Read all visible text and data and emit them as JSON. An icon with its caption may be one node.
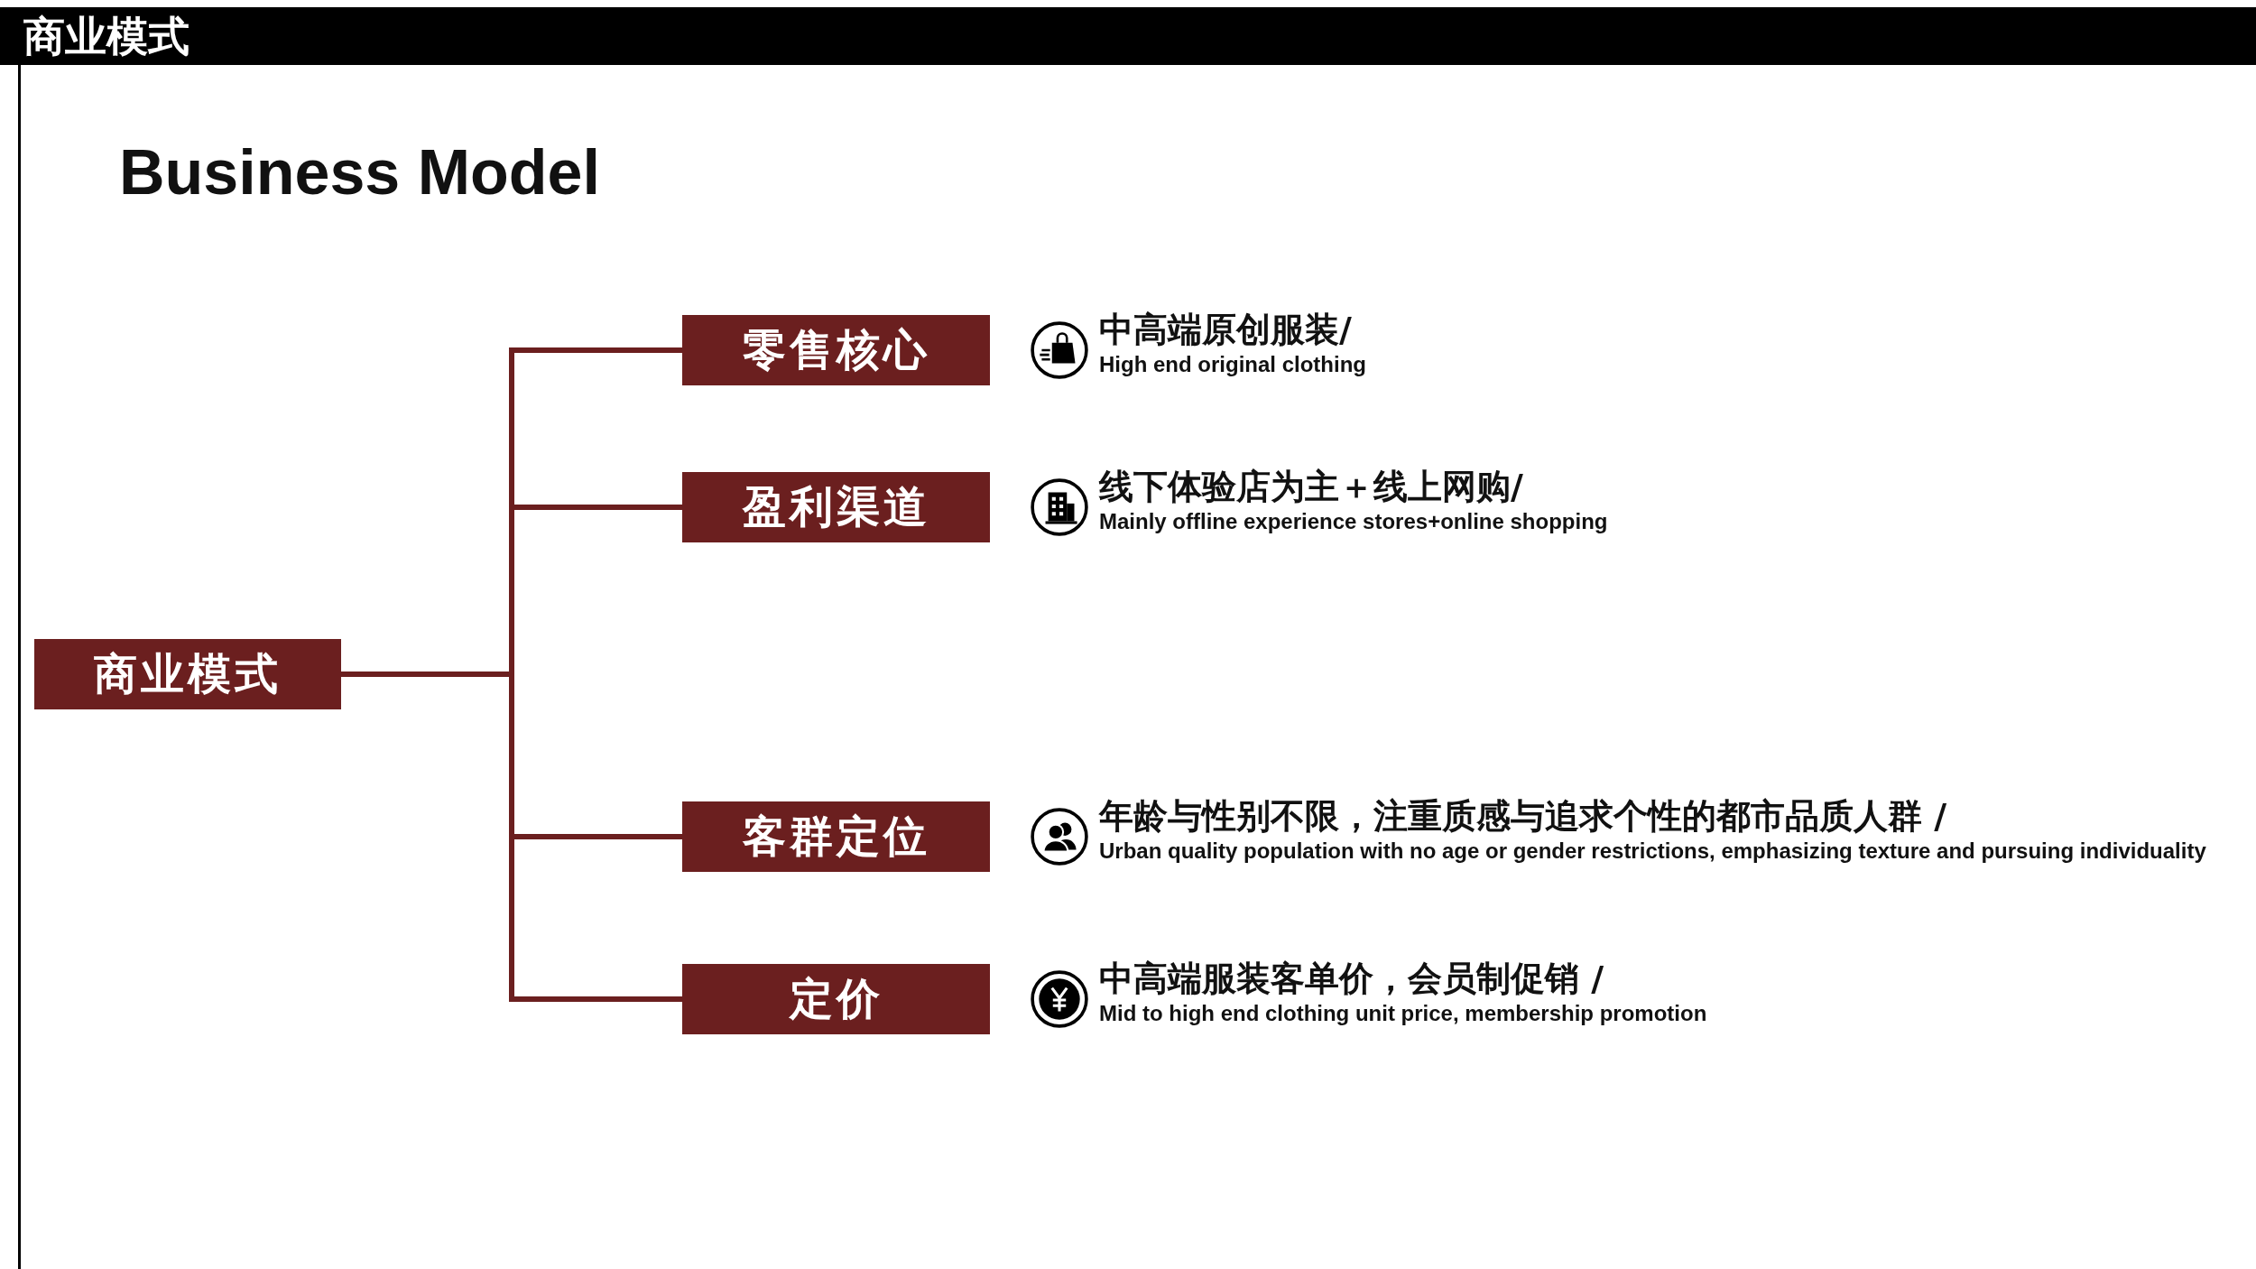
{
  "diagram": {
    "title": "Business Model",
    "nodes": [
      {
        "text": [
          "商业模式"
        ]
      },
      {
        "text": [
          "零售核心"
        ],
        "beside": [
          "中高端原创服装/",
          "High end original clothing"
        ]
      },
      {
        "text": [
          "盈利渠道"
        ],
        "beside": [
          "线下体验店为主＋线上网购/",
          "Mainly offline experience stores+online shopping"
        ]
      },
      {
        "text": [
          "客群定位"
        ],
        "beside": [
          "年龄与性别不限，注重质感与追求个性的都市品质人群 /",
          "Urban quality population with no age or gender restrictions, emphasizing texture and pursuing individuality"
        ]
      },
      {
        "text": [
          "定价"
        ],
        "beside": [
          "中高端服装客单价，会员制促销 /",
          "Mid to high end clothing unit price, membership promotion"
        ]
      }
    ],
    "edges": [
      {
        "from": 0,
        "to": 1,
        "arrow": "none"
      },
      {
        "from": 0,
        "to": 2,
        "arrow": "none"
      },
      {
        "from": 0,
        "to": 3,
        "arrow": "none"
      },
      {
        "from": 0,
        "to": 4,
        "arrow": "none"
      }
    ],
    "labels": [
      "商业模式"
    ]
  }
}
